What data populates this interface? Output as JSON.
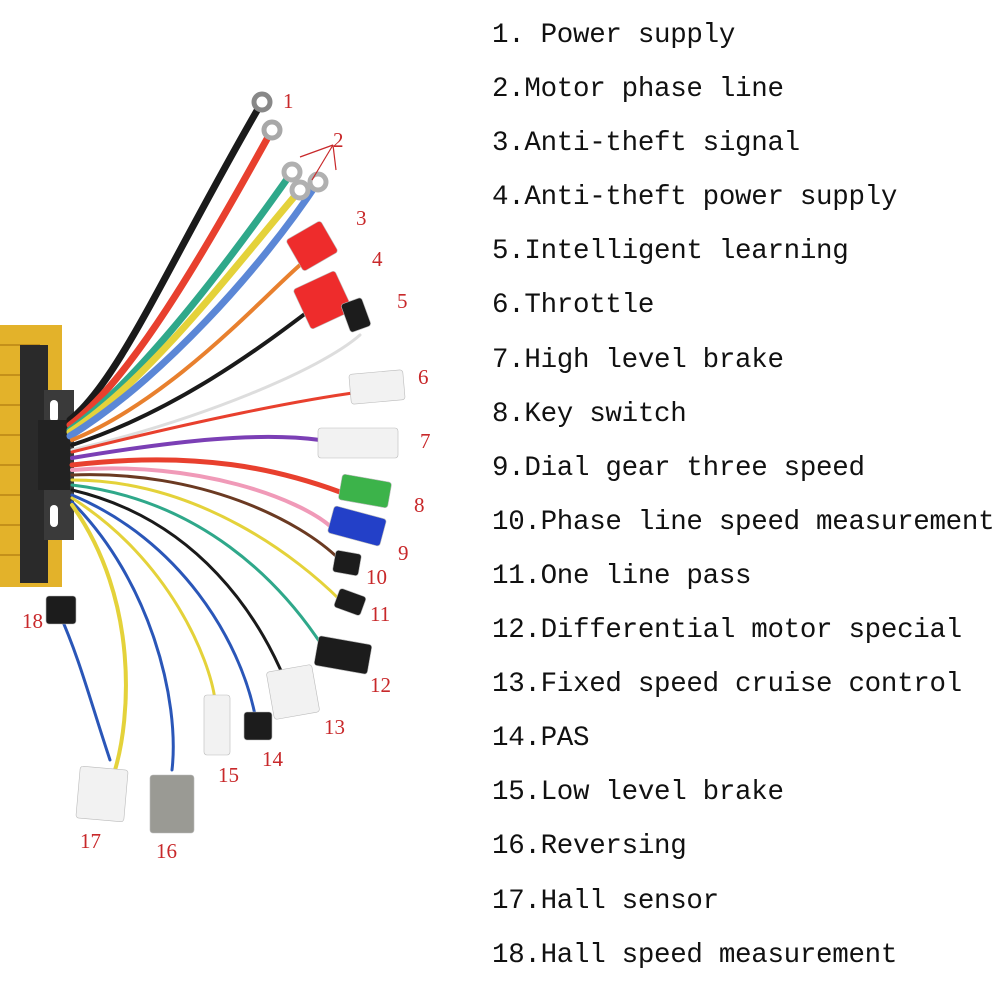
{
  "figure": {
    "title": "Controller wiring harness",
    "controller_color": "#e3b22a",
    "callout_color": "#c8282a"
  },
  "legend": [
    {
      "num": "1.",
      "label": " Power supply"
    },
    {
      "num": "2.",
      "label": "Motor phase line"
    },
    {
      "num": "3.",
      "label": "Anti-theft signal"
    },
    {
      "num": "4.",
      "label": "Anti-theft power supply"
    },
    {
      "num": "5.",
      "label": "Intelligent learning"
    },
    {
      "num": "6.",
      "label": "Throttle"
    },
    {
      "num": "7.",
      "label": "High level brake"
    },
    {
      "num": "8.",
      "label": "Key switch"
    },
    {
      "num": "9.",
      "label": "Dial gear three speed"
    },
    {
      "num": "10.",
      "label": "Phase line speed measurement"
    },
    {
      "num": "11.",
      "label": "One line pass"
    },
    {
      "num": "12.",
      "label": "Differential motor special"
    },
    {
      "num": "13.",
      "label": "Fixed speed cruise control"
    },
    {
      "num": "14.",
      "label": "PAS"
    },
    {
      "num": "15.",
      "label": "Low level brake"
    },
    {
      "num": "16.",
      "label": "Reversing"
    },
    {
      "num": "17.",
      "label": "Hall sensor"
    },
    {
      "num": "18.",
      "label": "Hall speed measurement"
    }
  ],
  "callouts": [
    "1",
    "2",
    "3",
    "4",
    "5",
    "6",
    "7",
    "8",
    "9",
    "10",
    "11",
    "12",
    "13",
    "14",
    "15",
    "16",
    "17",
    "18"
  ],
  "wires": [
    {
      "id": "1",
      "color": "#1a1a1a",
      "connector": "ring-terminal",
      "connector_color": "#888888"
    },
    {
      "id": "2a",
      "color": "#e8402e",
      "connector": "ring-terminal",
      "connector_color": "#a8a8a8"
    },
    {
      "id": "2b",
      "color": "#2fa88a",
      "connector": "ring-terminal",
      "connector_color": "#b0b0b0"
    },
    {
      "id": "2c",
      "color": "#e4d23a",
      "connector": "ring-terminal",
      "connector_color": "#b0b0b0"
    },
    {
      "id": "2d",
      "color": "#5b87d6",
      "connector": "ring-terminal",
      "connector_color": "#b0b0b0"
    },
    {
      "id": "3",
      "color": "#e8802e",
      "connector": "plug",
      "connector_color": "#ee2c2c"
    },
    {
      "id": "4",
      "color": "#1a1a1a",
      "connector": "plug",
      "connector_color": "#ee2c2c"
    },
    {
      "id": "5",
      "color": "#ffffff",
      "connector": "plug",
      "connector_color": "#1c1c1c"
    },
    {
      "id": "6",
      "color": "#e8402e",
      "connector": "plug",
      "connector_color": "#f2f2f2"
    },
    {
      "id": "7",
      "color": "#7b3fb5",
      "connector": "plug",
      "connector_color": "#f2f2f2"
    },
    {
      "id": "8",
      "color": "#e8402e",
      "connector": "plug",
      "connector_color": "#3cb34a"
    },
    {
      "id": "9",
      "color": "#f09ab8",
      "connector": "plug",
      "connector_color": "#2340c8"
    },
    {
      "id": "10",
      "color": "#6b3a22",
      "connector": "plug",
      "connector_color": "#1c1c1c"
    },
    {
      "id": "11",
      "color": "#e4d23a",
      "connector": "plug",
      "connector_color": "#1c1c1c"
    },
    {
      "id": "12",
      "color": "#2fa88a",
      "connector": "plug",
      "connector_color": "#1c1c1c"
    },
    {
      "id": "13",
      "color": "#1a1a1a",
      "connector": "plug",
      "connector_color": "#f2f2f2"
    },
    {
      "id": "14",
      "color": "#2a56b8",
      "connector": "plug",
      "connector_color": "#1c1c1c"
    },
    {
      "id": "15",
      "color": "#e4d23a",
      "connector": "plug",
      "connector_color": "#f2f2f2"
    },
    {
      "id": "16",
      "color": "#2a56b8",
      "connector": "plug",
      "connector_color": "#9a9a94"
    },
    {
      "id": "17",
      "color": "#e4d23a",
      "connector": "plug",
      "connector_color": "#f2f2f2"
    },
    {
      "id": "18",
      "color": "#2a56b8",
      "connector": "plug",
      "connector_color": "#1c1c1c"
    }
  ]
}
